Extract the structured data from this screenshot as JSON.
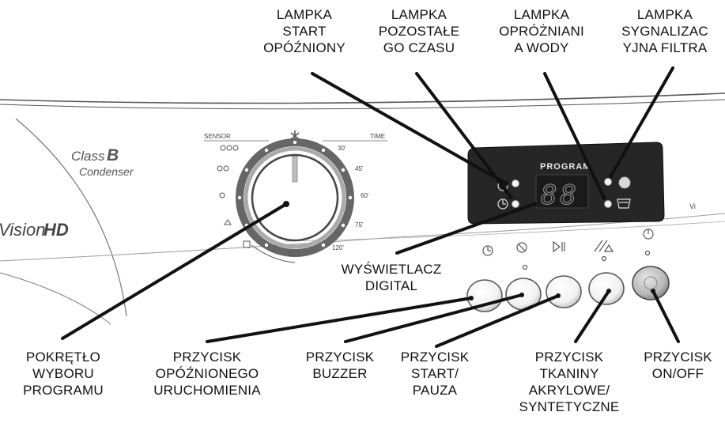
{
  "panel": {
    "class_b": "Class",
    "class_letter": "B",
    "condenser": "Condenser",
    "brand_prefix": "Vision",
    "brand_suffix": "HD",
    "dial_sensor_label": "SENSOR",
    "dial_time_label": "TIME",
    "dial_times": [
      "30'",
      "45'",
      "60'",
      "75'",
      "120'"
    ],
    "display_title": "PROGRAM",
    "display_digits": "88",
    "panel_edge_text": "Vi"
  },
  "colors": {
    "line": "#111111",
    "panel_stroke": "#666666",
    "display_bg": "#262626",
    "digit": "#d03838",
    "lamp": "#f3f3f3"
  },
  "labels": {
    "lamp_delay": [
      "LAMPKA",
      "START",
      "OPÓŹNIONY"
    ],
    "lamp_time": [
      "LAMPKA",
      "POZOSTAŁE",
      "GO CZASU"
    ],
    "lamp_drain": [
      "LAMPKA",
      "OPRÓŻNIANI",
      "A WODY"
    ],
    "lamp_filter": [
      "LAMPKA",
      "SYGNALIZAC",
      "YJNA FILTRA"
    ],
    "display": [
      "WYŚWIETLACZ",
      "DIGITAL"
    ],
    "knob": [
      "POKRĘTŁO",
      "WYBORU",
      "PROGRAMU"
    ],
    "btn_delay": [
      "PRZYCISK",
      "OPÓŹNIONEGO",
      "URUCHOMIENIA"
    ],
    "btn_buzzer": [
      "PRZYCISK",
      "BUZZER"
    ],
    "btn_start": [
      "PRZYCISK",
      "START/",
      "PAUZA"
    ],
    "btn_fabric": [
      "PRZYCISK",
      "TKANINY",
      "AKRYLOWE/",
      "SYNTETYCZNE"
    ],
    "btn_onoff": [
      "PRZYCISK",
      "ON/OFF"
    ]
  }
}
